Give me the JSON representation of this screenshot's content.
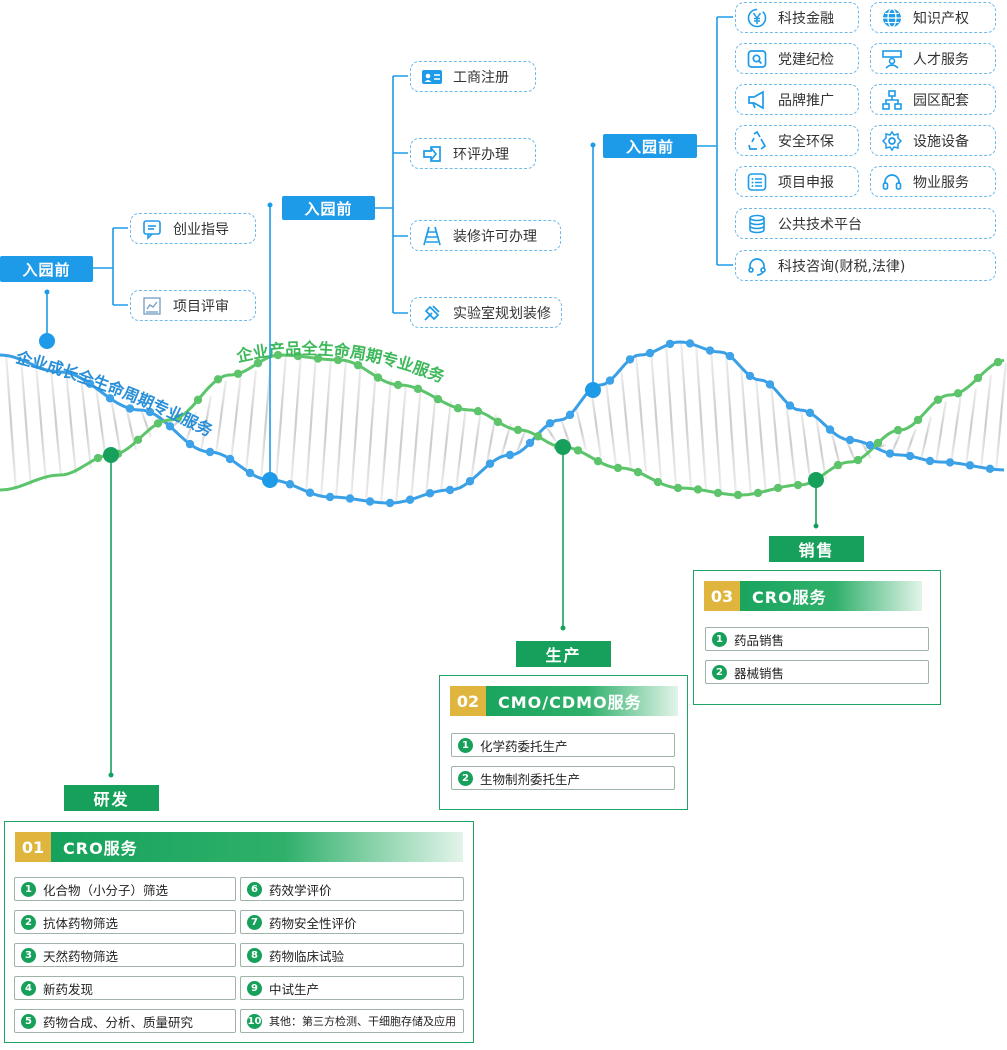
{
  "top_tags": {
    "left": "入园前",
    "middle": "入园前",
    "right": "入园前"
  },
  "left_pills": [
    {
      "label": "创业指导",
      "icon": "message-icon"
    },
    {
      "label": "项目评审",
      "icon": "chart-icon"
    }
  ],
  "middle_pills": [
    {
      "label": "工商注册",
      "icon": "id-card-icon"
    },
    {
      "label": "环评办理",
      "icon": "arrow-in-icon"
    },
    {
      "label": "装修许可办理",
      "icon": "ladder-icon"
    },
    {
      "label": "实验室规划装修",
      "icon": "tool-icon"
    }
  ],
  "right_pills": [
    {
      "label": "科技金融",
      "icon": "yen-icon"
    },
    {
      "label": "知识产权",
      "icon": "globe-icon"
    },
    {
      "label": "党建纪检",
      "icon": "search-doc-icon"
    },
    {
      "label": "人才服务",
      "icon": "people-icon"
    },
    {
      "label": "品牌推广",
      "icon": "megaphone-icon"
    },
    {
      "label": "园区配套",
      "icon": "org-chart-icon"
    },
    {
      "label": "安全环保",
      "icon": "recycle-icon"
    },
    {
      "label": "设施设备",
      "icon": "gear-icon"
    },
    {
      "label": "项目申报",
      "icon": "list-icon"
    },
    {
      "label": "物业服务",
      "icon": "headset-icon"
    },
    {
      "label": "公共技术平台",
      "icon": "database-icon"
    },
    {
      "label": "科技咨询(财税,法律)",
      "icon": "support-icon"
    }
  ],
  "helix_text": {
    "blue": "企业成长全生命周期专业服务",
    "green": "企业产品全生命周期专业服务"
  },
  "stages": {
    "research": "研发",
    "production": "生产",
    "sales": "销售"
  },
  "panels": {
    "research": {
      "num": "01",
      "title": "CRO服务",
      "items": [
        {
          "n": "1",
          "label": "化合物（小分子）筛选"
        },
        {
          "n": "6",
          "label": "药效学评价"
        },
        {
          "n": "2",
          "label": "抗体药物筛选"
        },
        {
          "n": "7",
          "label": "药物安全性评价"
        },
        {
          "n": "3",
          "label": "天然药物筛选"
        },
        {
          "n": "8",
          "label": "药物临床试验"
        },
        {
          "n": "4",
          "label": "新药发现"
        },
        {
          "n": "9",
          "label": "中试生产"
        },
        {
          "n": "5",
          "label": "药物合成、分析、质量研究"
        },
        {
          "n": "10",
          "label": "其他：第三方检测、干细胞存储及应用"
        }
      ]
    },
    "production": {
      "num": "02",
      "title": "CMO/CDMO服务",
      "items": [
        {
          "n": "1",
          "label": "化学药委托生产"
        },
        {
          "n": "2",
          "label": "生物制剂委托生产"
        }
      ]
    },
    "sales": {
      "num": "03",
      "title": "CRO服务",
      "items": [
        {
          "n": "1",
          "label": "药品销售"
        },
        {
          "n": "2",
          "label": "器械销售"
        }
      ]
    }
  },
  "colors": {
    "blue": "#1e9be8",
    "green": "#17a05b",
    "gold": "#e0b53d"
  }
}
